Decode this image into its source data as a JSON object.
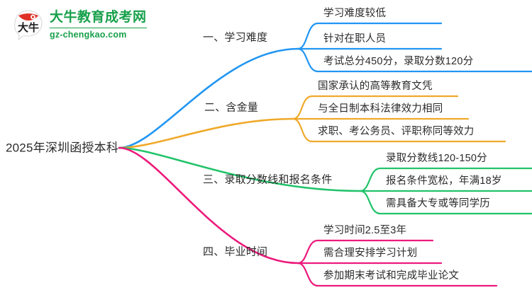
{
  "logo": {
    "mark_text": "大牛",
    "title": "大牛教育成考网",
    "domain_text": "gz-chengkao.com",
    "brand_color": "#17a04a",
    "mark_accent_color": "#e03127"
  },
  "mindmap": {
    "root": {
      "label": "2025年深圳函授本科"
    },
    "branches": [
      {
        "label": "一、学习难度",
        "color": "#2196f3",
        "children": [
          {
            "label": "学习难度较低"
          },
          {
            "label": "针对在职人员"
          },
          {
            "label": "考试总分450分，录取分数120分"
          }
        ]
      },
      {
        "label": "二、含金量",
        "color": "#f0a92a",
        "children": [
          {
            "label": "国家承认的高等教育文凭"
          },
          {
            "label": "与全日制本科法律效力相同"
          },
          {
            "label": "求职、考公务员、评职称同等效力"
          }
        ]
      },
      {
        "label": "三、录取分数线和报名条件",
        "color": "#22c36a",
        "children": [
          {
            "label": "录取分数线120-150分"
          },
          {
            "label": "报名条件宽松，年满18岁"
          },
          {
            "label": "需具备大专或等同学历"
          }
        ]
      },
      {
        "label": "四、毕业时间",
        "color": "#ec1a7c",
        "children": [
          {
            "label": "学习时间2.5至3年"
          },
          {
            "label": "需合理安排学习计划"
          },
          {
            "label": "参加期末考试和完成毕业论文"
          }
        ]
      }
    ]
  }
}
